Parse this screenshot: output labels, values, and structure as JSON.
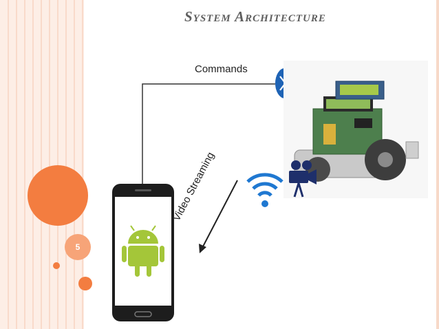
{
  "slide": {
    "title": "System Architecture",
    "page_number": "5"
  },
  "diagram": {
    "commands_label": "Commands",
    "video_label": "Video Streaming"
  },
  "colors": {
    "accent_orange": "#f37d40",
    "accent_light": "#f7a478",
    "stripe_bg": "#fdeee6",
    "bluetooth_blue": "#1e63b5",
    "wifi_blue": "#1f78d1",
    "android_green": "#a4c639"
  },
  "icons": [
    "bluetooth-icon",
    "wifi-icon",
    "video-camera-icon",
    "android-icon"
  ]
}
